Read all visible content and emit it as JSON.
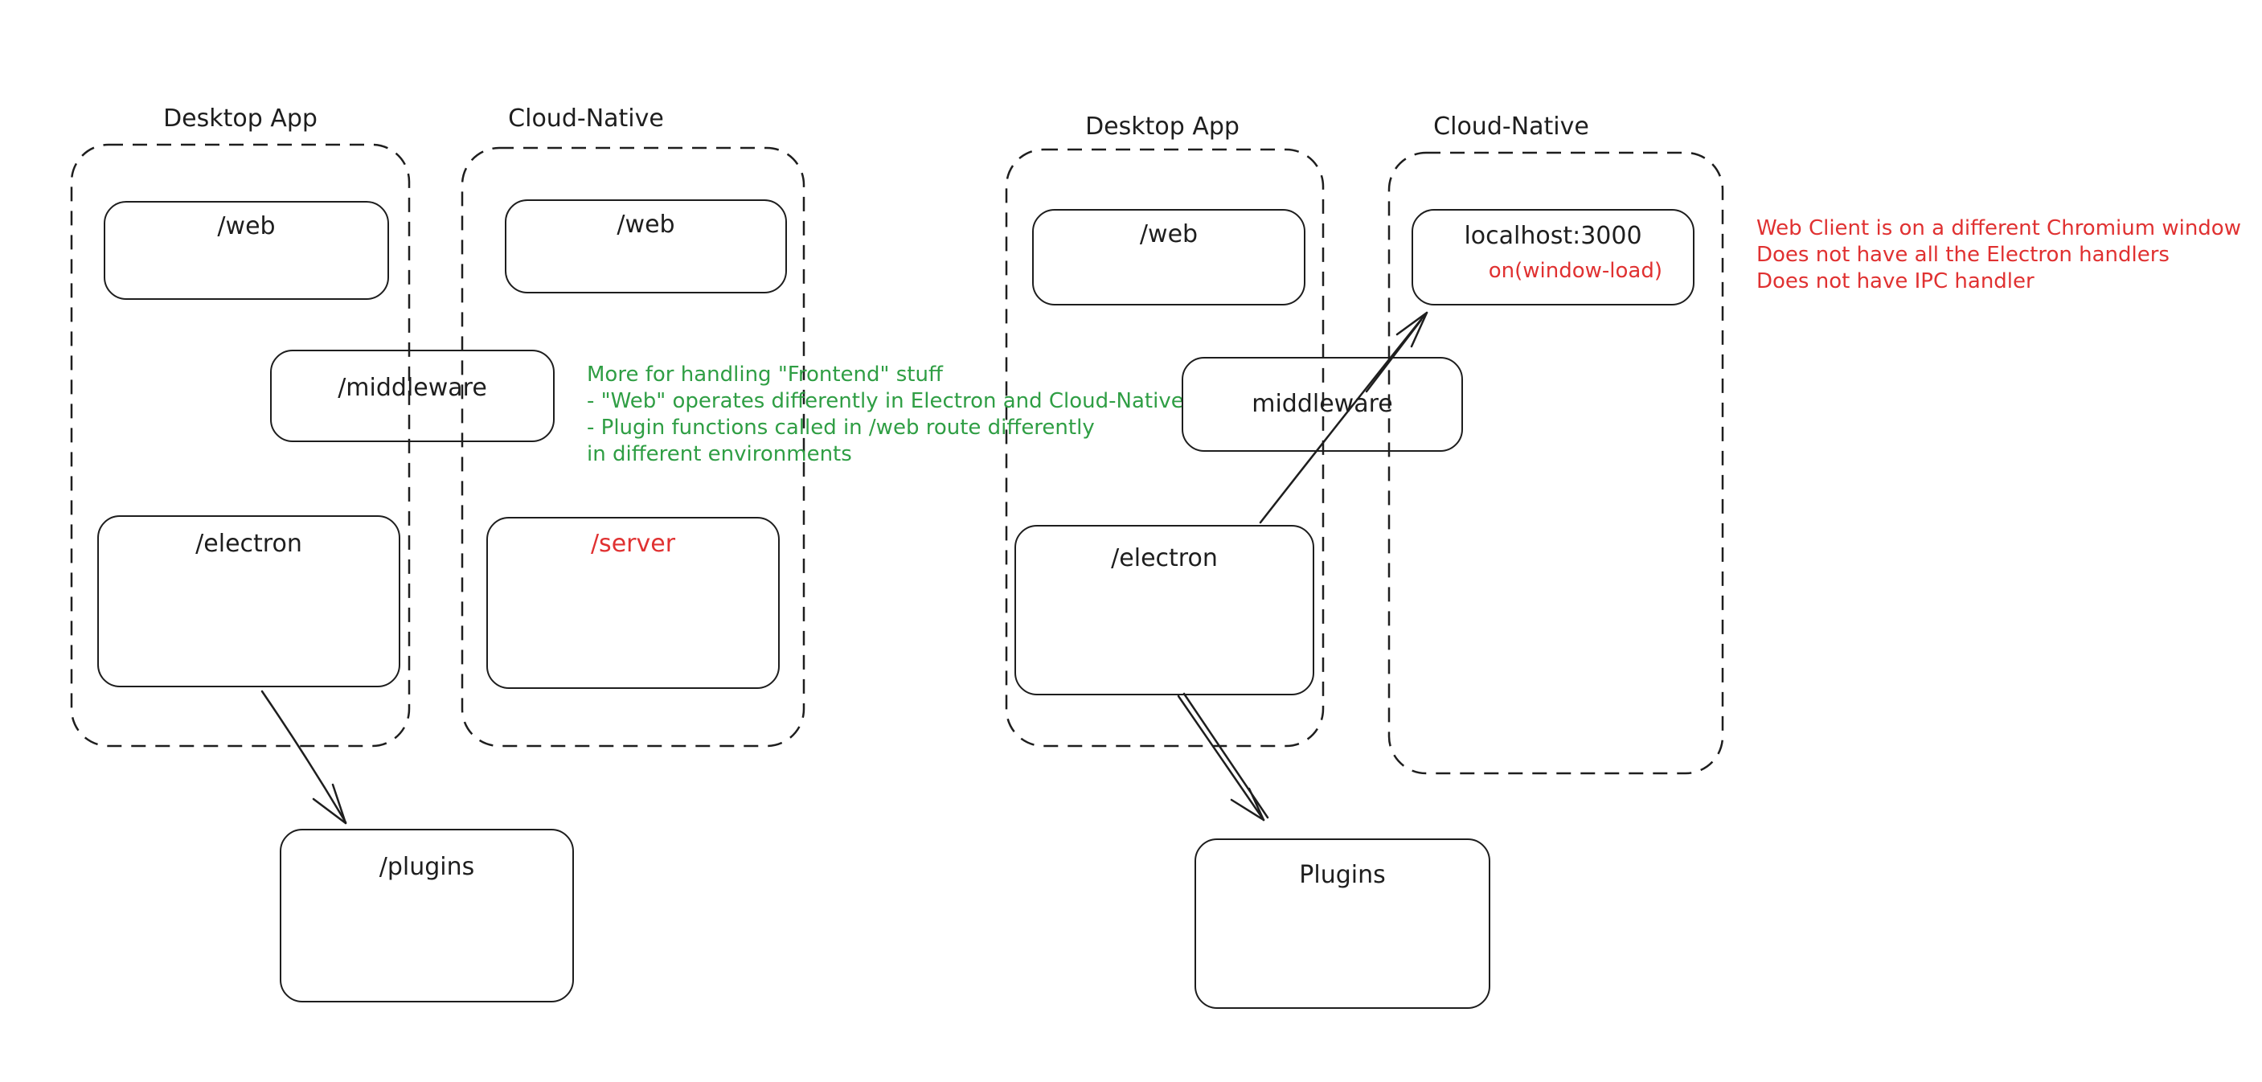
{
  "colors": {
    "ink": "#1e1e1e",
    "green": "#2f9e44",
    "red": "#e03131",
    "background": "#ffffff"
  },
  "diagram_left": {
    "desktop_app": {
      "label": "Desktop App",
      "web_box": "/web",
      "electron_box": "/electron"
    },
    "cloud_native": {
      "label": "Cloud-Native",
      "web_box": "/web",
      "server_box": "/server"
    },
    "middleware_box": "/middleware",
    "plugins_box": "/plugins",
    "green_note_lines": [
      "More for handling \"Frontend\" stuff",
      "- \"Web\" operates differently in Electron and Cloud-Native",
      "- Plugin functions called in /web route differently",
      "in different environments"
    ]
  },
  "diagram_right": {
    "desktop_app": {
      "label": "Desktop App",
      "web_box": "/web",
      "electron_box": "/electron"
    },
    "cloud_native": {
      "label": "Cloud-Native",
      "localhost_box": {
        "title": "localhost:3000",
        "event": "on(window-load)"
      }
    },
    "middleware_box": "middleware",
    "plugins_box": "Plugins",
    "red_note_lines": [
      "Web Client is on a different Chromium window",
      "Does not have all the Electron handlers",
      "Does not have IPC handler"
    ]
  }
}
